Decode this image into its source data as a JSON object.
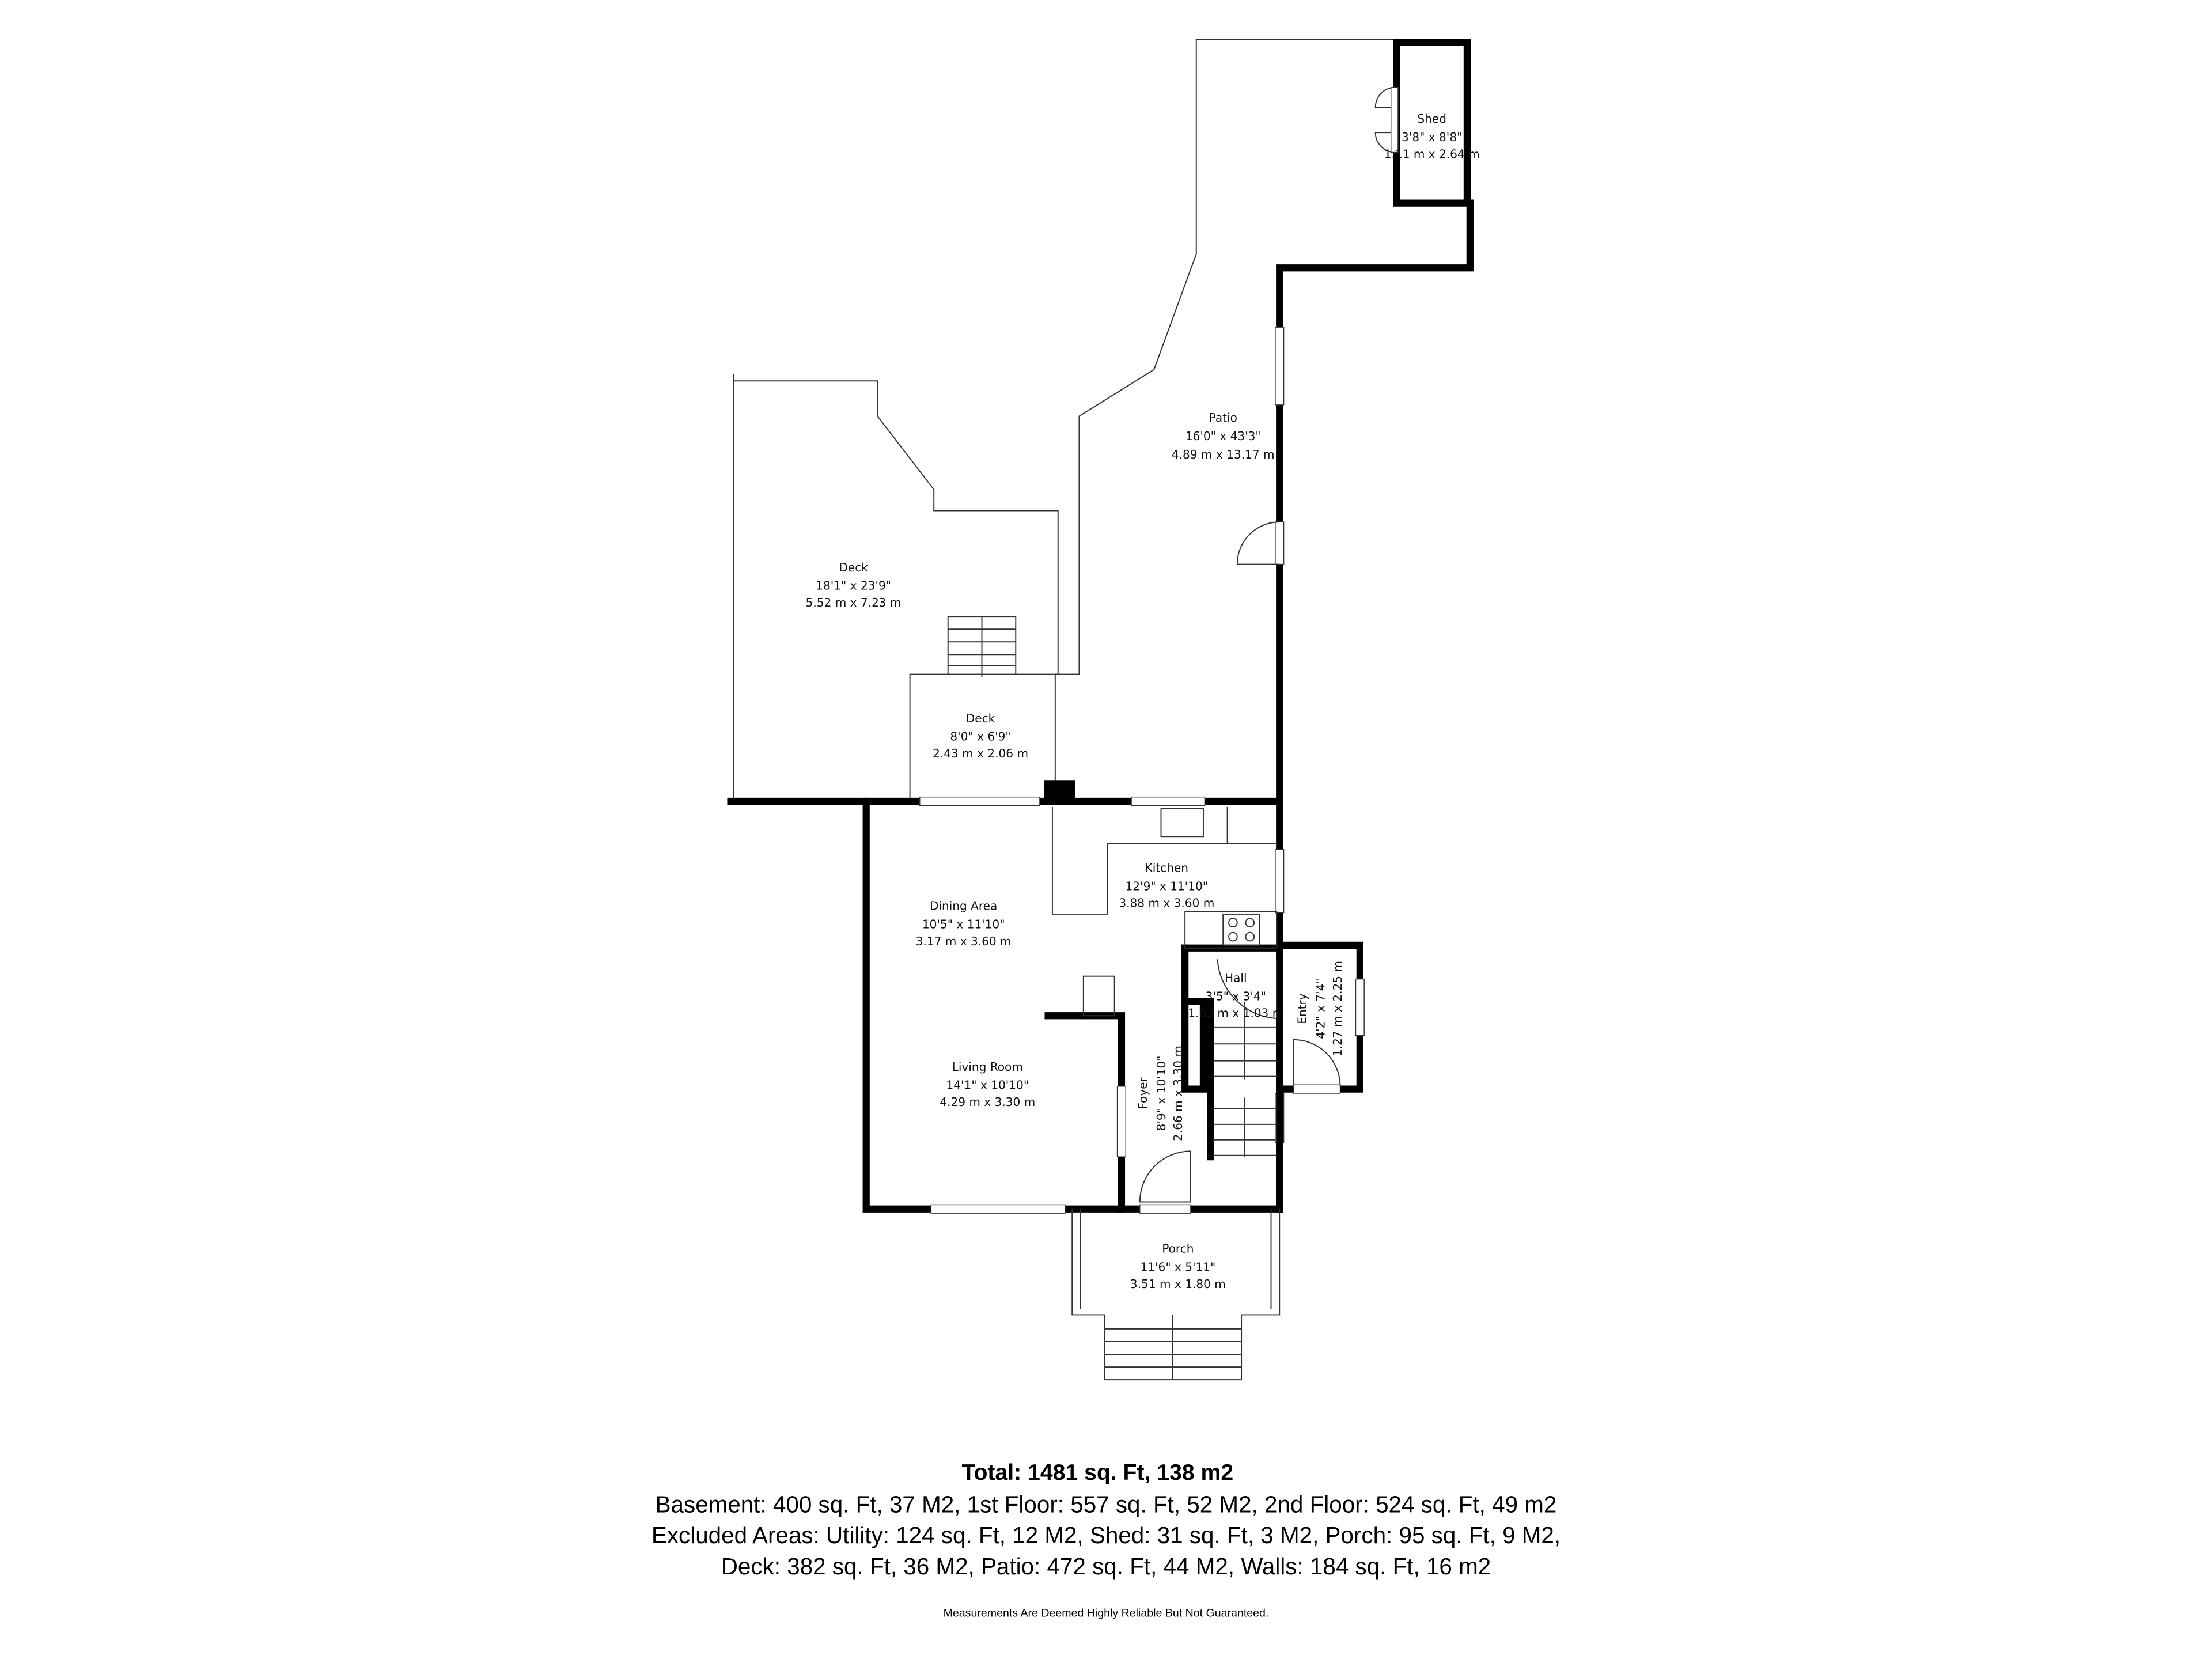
{
  "rooms": [
    {
      "name": "Shed",
      "imperial": "3'8\" x 8'8\"",
      "metric": "1.11 m x 2.64 m"
    },
    {
      "name": "Patio",
      "imperial": "16'0\" x 43'3\"",
      "metric": "4.89 m x 13.17 m"
    },
    {
      "name": "Deck",
      "imperial": "18'1\" x 23'9\"",
      "metric": "5.52 m x 7.23 m"
    },
    {
      "name": "Deck",
      "imperial": "8'0\" x 6'9\"",
      "metric": "2.43 m x 2.06 m"
    },
    {
      "name": "Kitchen",
      "imperial": "12'9\" x 11'10\"",
      "metric": "3.88 m x 3.60 m"
    },
    {
      "name": "Dining Area",
      "imperial": "10'5\" x 11'10\"",
      "metric": "3.17 m x 3.60 m"
    },
    {
      "name": "Hall",
      "imperial": "3'5\" x 3'4\"",
      "metric": "1.03 m x 1.03 m"
    },
    {
      "name": "Entry",
      "imperial": "4'2\" x 7'4\"",
      "metric": "1.27 m x 2.25 m"
    },
    {
      "name": "Living Room",
      "imperial": "14'1\" x 10'10\"",
      "metric": "4.29 m x 3.30 m"
    },
    {
      "name": "Foyer",
      "imperial": "8'9\" x 10'10\"",
      "metric": "2.66 m x 3.30 m"
    },
    {
      "name": "Porch",
      "imperial": "11'6\" x 5'11\"",
      "metric": "3.51 m x 1.80 m"
    }
  ],
  "summary": {
    "total": "Total: 1481 sq. Ft, 138 m2",
    "line1": "Basement: 400 sq. Ft, 37 M2, 1st Floor: 557 sq. Ft, 52 M2, 2nd Floor: 524 sq. Ft, 49 m2",
    "line2": "Excluded Areas: Utility: 124 sq. Ft, 12 M2, Shed: 31 sq. Ft, 3 M2, Porch: 95 sq. Ft, 9 M2,",
    "line3": "Deck: 382 sq. Ft, 36 M2, Patio: 472 sq. Ft, 44 M2, Walls: 184 sq. Ft, 16 m2",
    "disclaimer": "Measurements Are Deemed Highly Reliable But Not Guaranteed."
  }
}
